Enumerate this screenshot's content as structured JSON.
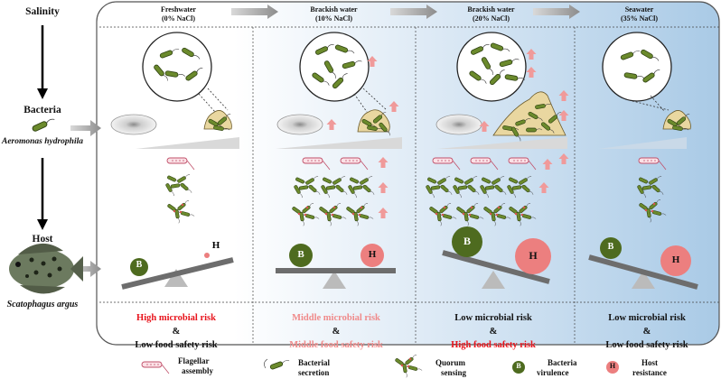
{
  "left_labels": {
    "salinity": "Salinity",
    "bacteria": "Bacteria",
    "bacteria_species": "Aeromonas hydrophila",
    "host": "Host",
    "host_species": "Scatophagus argus"
  },
  "columns": [
    {
      "title": "Freshwater",
      "subtitle": "(0% NaCl)",
      "risk_line1": "High microbial risk",
      "amp": "&",
      "risk_line2": "Low food safety risk",
      "virulence": "B",
      "resistance": "H"
    },
    {
      "title": "Brackish water",
      "subtitle": "(10% NaCl)",
      "risk_line1": "Middle microbial risk",
      "amp": "&",
      "risk_line2": "Middle food safety risk",
      "virulence": "B",
      "resistance": "H"
    },
    {
      "title": "Brackish water",
      "subtitle": "(20% NaCl)",
      "risk_line1": "Low microbial risk",
      "amp": "&",
      "risk_line2": "High food safety risk",
      "virulence": "B",
      "resistance": "H"
    },
    {
      "title": "Seawater",
      "subtitle": "(35% NaCl)",
      "risk_line1": "Low microbial risk",
      "amp": "&",
      "risk_line2": "Low food safety risk",
      "virulence": "B",
      "resistance": "H"
    }
  ],
  "legend": [
    {
      "line1": "Flagellar",
      "line2": "assembly"
    },
    {
      "line1": "Bacterial",
      "line2": "secretion"
    },
    {
      "line1": "Quorum",
      "line2": "sensing"
    },
    {
      "line1": "Bacteria",
      "line2": "virulence",
      "badge": "B"
    },
    {
      "line1": "Host",
      "line2": "resistance",
      "badge": "H"
    }
  ],
  "colors": {
    "red": "#e8141c",
    "pink": "#f08a8a",
    "olive": "#4e6b1f",
    "host_circle": "#ec7f7f",
    "beam": "#7f7f7f",
    "blue_end": "#aacbe6"
  }
}
